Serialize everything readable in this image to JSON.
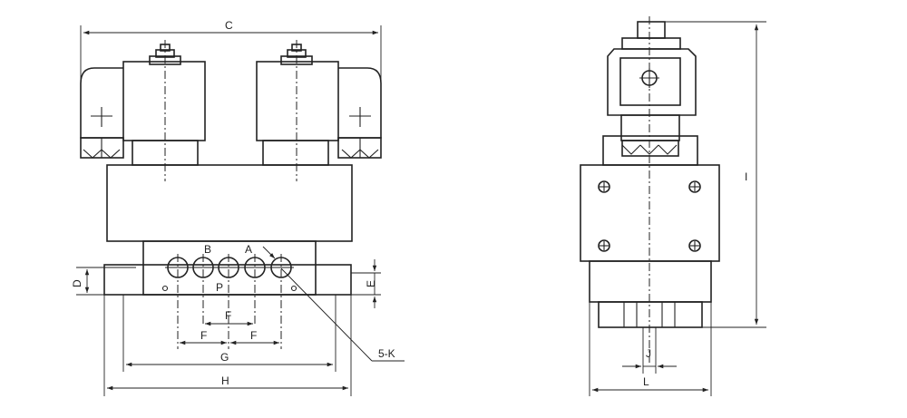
{
  "labels": {
    "C": "C",
    "D": "D",
    "E": "E",
    "F_top": "F",
    "F_left": "F",
    "F_right": "F",
    "G": "G",
    "H": "H",
    "I": "I",
    "J": "J",
    "L": "L",
    "port_B": "B",
    "port_A": "A",
    "port_P": "P",
    "port_K": "5-K"
  }
}
